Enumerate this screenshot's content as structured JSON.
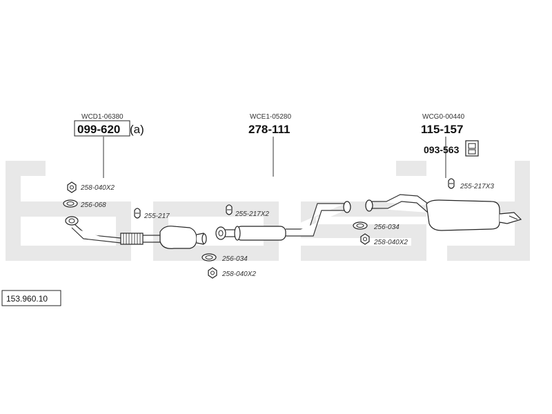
{
  "watermark": {
    "text": "bosal",
    "color": "#e6e6e6"
  },
  "catalog_number": "153.960.10",
  "main_parts": [
    {
      "ref": "WCD1-06380",
      "number": "099-620",
      "suffix": "(a)",
      "boxed": true
    },
    {
      "ref": "WCE1-05280",
      "number": "278-111"
    },
    {
      "ref": "WCG0-00440",
      "number": "115-157"
    }
  ],
  "sub_part": {
    "number": "093-563"
  },
  "small_parts": [
    {
      "code": "258-040X2"
    },
    {
      "code": "256-068"
    },
    {
      "code": "255-217"
    },
    {
      "code": "255-217X2"
    },
    {
      "code": "256-034"
    },
    {
      "code": "258-040X2"
    },
    {
      "code": "256-034"
    },
    {
      "code": "258-040X2"
    },
    {
      "code": "255-217X3"
    }
  ],
  "icons": [
    "nut-icon",
    "gasket-icon",
    "clamp-icon",
    "rubber-mount-icon"
  ]
}
